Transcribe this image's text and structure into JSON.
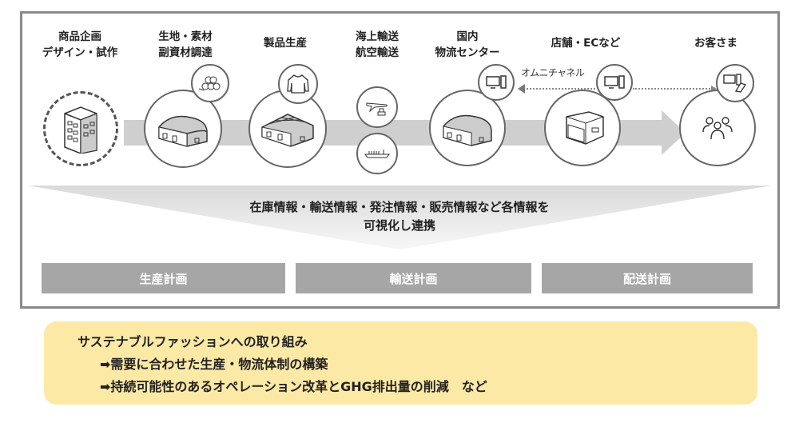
{
  "stages": [
    {
      "label1": "商品企画",
      "label2": "デザイン・試作"
    },
    {
      "label1": "生地・素材",
      "label2": "副資材調達"
    },
    {
      "label1": "製品生産",
      "label2": ""
    },
    {
      "label1": "海上輸送",
      "label2": "航空輸送"
    },
    {
      "label1": "国内",
      "label2": "物流センター"
    },
    {
      "label1": "店舗・ECなど",
      "label2": ""
    },
    {
      "label1": "お客さま",
      "label2": ""
    }
  ],
  "omni_label": "オムニチャネル",
  "funnel": {
    "line1": "在庫情報・輸送情報・発注情報・販売情報など各情報を",
    "line2": "可視化し連携"
  },
  "plans": [
    "生産計画",
    "輸送計画",
    "配送計画"
  ],
  "sustain": {
    "title": "サステナブルファッションへの取り組み",
    "item1": "➡需要に合わせた生産・物流体制の構築",
    "item2": "➡持続可能性のあるオペレーション改革とGHG排出量の削減　など"
  },
  "colors": {
    "frame": "#8a8a8a",
    "bar": "#cfcfcf",
    "plan": "#a6a6a6",
    "yellow": "#fde9a6"
  }
}
